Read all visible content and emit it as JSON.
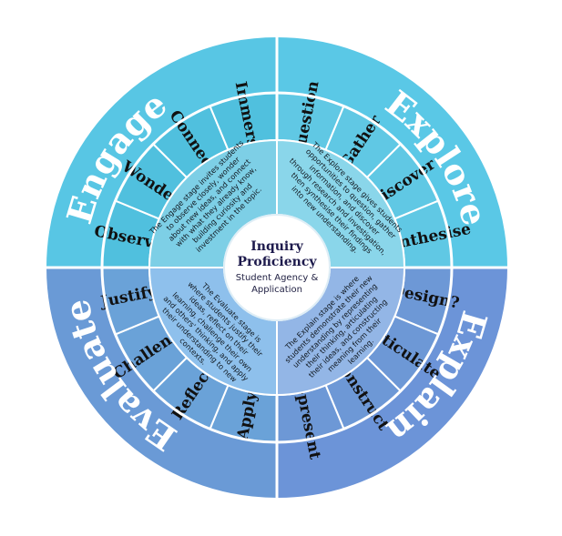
{
  "center": {
    "title_line1": "Inquiry",
    "title_line2": "Proficiency",
    "subtitle_line1": "Student Agency &",
    "subtitle_line2": "Application"
  },
  "quadrants": {
    "engage": {
      "name": "Engage",
      "colors": {
        "outer": "#58c6e4",
        "segment": "#50c0de",
        "inner": "#7dcfe6"
      },
      "segments": [
        "Observe",
        "Wonder",
        "Connect",
        "Immerse"
      ],
      "description": [
        "The Engage stage invites students",
        "to observe closely, wonder",
        "about new ideas, and connect",
        "with what they already know,",
        "building curiosity and",
        "investment in the topic."
      ]
    },
    "explore": {
      "name": "Explore",
      "colors": {
        "outer": "#58c6e4",
        "segment": "#60c8e4",
        "inner": "#8ad6ea"
      },
      "segments": [
        "Question",
        "Gather",
        "Discover",
        "Synthesise"
      ],
      "description": [
        "The Explore stage gives students",
        "opportunities to question, gather",
        "information, and discover",
        "through research and investigation,",
        "then synthesise their findings",
        "into new understanding."
      ]
    },
    "explain": {
      "name": "Explain",
      "colors": {
        "outer": "#6c94d8",
        "segment": "#6d98d6",
        "inner": "#93b6e6"
      },
      "segments": [
        "Design?",
        "Articulate",
        "Construct",
        "Represent"
      ],
      "description": [
        "The Explain stage is where",
        "students demonstrate their new",
        "understanding by representing",
        "their thinking, articulating",
        "their ideas, and constructing",
        "meaning from their",
        "learning."
      ]
    },
    "evaluate": {
      "name": "Evaluate",
      "colors": {
        "outer": "#6a9ad6",
        "segment": "#6aa2d8",
        "inner": "#8ec0ec"
      },
      "segments": [
        "Apply",
        "Reflect",
        "Challenge",
        "Justify"
      ],
      "description": [
        "The Evaluate stage is",
        "where students justify their",
        "ideas, reflect on their",
        "learning, challenge their own",
        "and others' thinking, and apply",
        "their understanding to new",
        "contexts."
      ]
    }
  }
}
